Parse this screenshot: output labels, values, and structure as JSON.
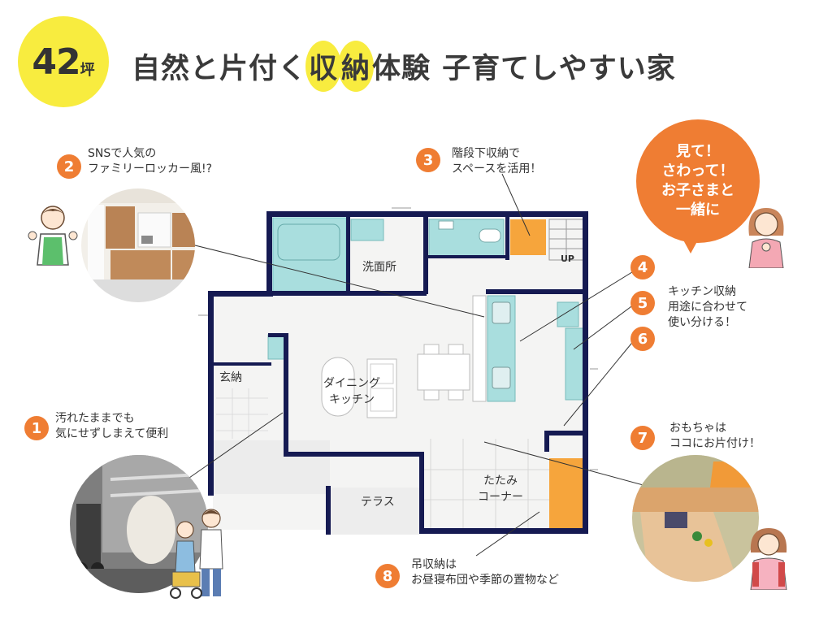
{
  "header": {
    "size_number": "42",
    "size_unit": "坪",
    "title_part1": "自然と片付く",
    "title_highlight1": "収",
    "title_highlight2": "納",
    "title_part2": "体験",
    "title_part3": "子育てしやすい家"
  },
  "bubble": {
    "line1": "見て！",
    "line2": "さわって！",
    "line3": "お子さまと",
    "line4": "一緒に"
  },
  "points": [
    {
      "num": "1",
      "line1": "汚れたままでも",
      "line2": "気にせずしまえて便利"
    },
    {
      "num": "2",
      "line1": "SNSで人気の",
      "line2": "ファミリーロッカー風!?"
    },
    {
      "num": "3",
      "line1": "階段下収納で",
      "line2": "スペースを活用！"
    },
    {
      "num": "4"
    },
    {
      "num": "5",
      "line1": "キッチン収納",
      "line2": "用途に合わせて",
      "line3": "使い分ける！"
    },
    {
      "num": "6"
    },
    {
      "num": "7",
      "line1": "おもちゃは",
      "line2": "ココにお片付け！"
    },
    {
      "num": "8",
      "line1": "吊収納は",
      "line2": "お昼寝布団や季節の置物など"
    }
  ],
  "rooms": {
    "washroom": "洗面所",
    "entrance_storage": "玄納",
    "dining_line1": "ダイニング",
    "dining_line2": "キッチン",
    "terrace": "テラス",
    "tatami_line1": "たたみ",
    "tatami_line2": "コーナー",
    "stairs_up": "UP"
  },
  "colors": {
    "accent_orange": "#ef7d33",
    "highlight_yellow": "#f8ec3f",
    "wall_navy": "#151a52",
    "water_area_teal": "#a9dede",
    "storage_orange": "#f6a53c"
  }
}
